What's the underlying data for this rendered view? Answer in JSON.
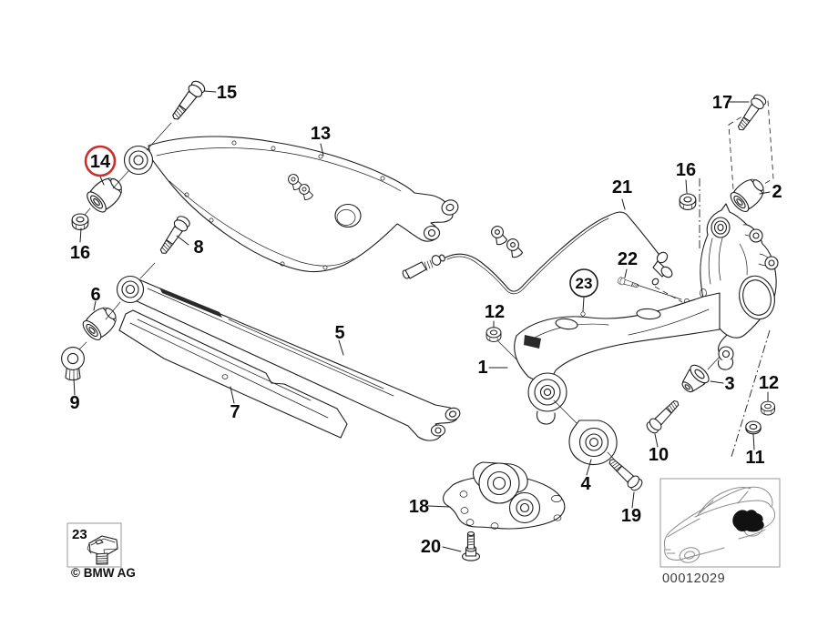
{
  "diagram": {
    "description": "BMW rear axle support / wheel suspension exploded parts diagram",
    "labels": {
      "l1": "1",
      "l2": "2",
      "l3": "3",
      "l4": "4",
      "l5": "5",
      "l6": "6",
      "l7": "7",
      "l8": "8",
      "l9": "9",
      "l10": "10",
      "l11": "11",
      "l12a": "12",
      "l12b": "12",
      "l13": "13",
      "l14": "14",
      "l15": "15",
      "l16a": "16",
      "l16b": "16",
      "l17": "17",
      "l18": "18",
      "l19": "19",
      "l20": "20",
      "l21": "21",
      "l22": "22",
      "l23a": "23",
      "l23b": "23"
    },
    "highlighted_part": "14",
    "footer": {
      "copyright": "© BMW AG",
      "image_number": "00012029"
    },
    "colors": {
      "line": "#1c1c1c",
      "highlight_circle": "#c9302c",
      "thumbnail_line": "#8d8d8d",
      "box_border": "#9a9a9a"
    }
  }
}
